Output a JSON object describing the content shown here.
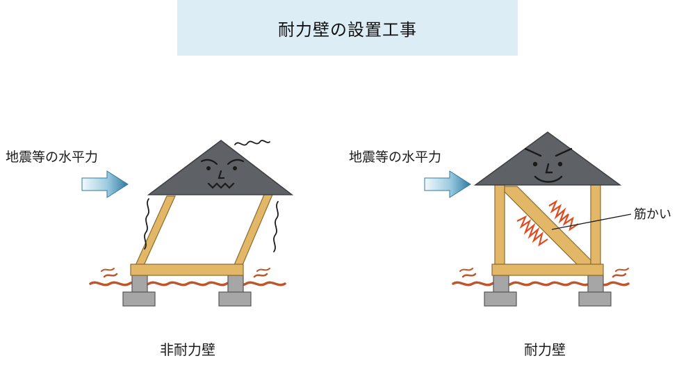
{
  "title": "耐力壁の設置工事",
  "left": {
    "force_label": "地震等の水平力",
    "caption": "非耐力壁"
  },
  "right": {
    "force_label": "地震等の水平力",
    "caption": "耐力壁",
    "brace_label": "筋かい"
  },
  "colors": {
    "title_bg": "#dcedf5",
    "roof": "#5e6166",
    "wood": "#e2b868",
    "wood_edge": "#8a6a2e",
    "foundation": "#a6a6a6",
    "wave": "#c0542a",
    "zigzag": "#e04a1e",
    "arrow_light": "#e8f4fa",
    "arrow_dark": "#3e86a8"
  }
}
